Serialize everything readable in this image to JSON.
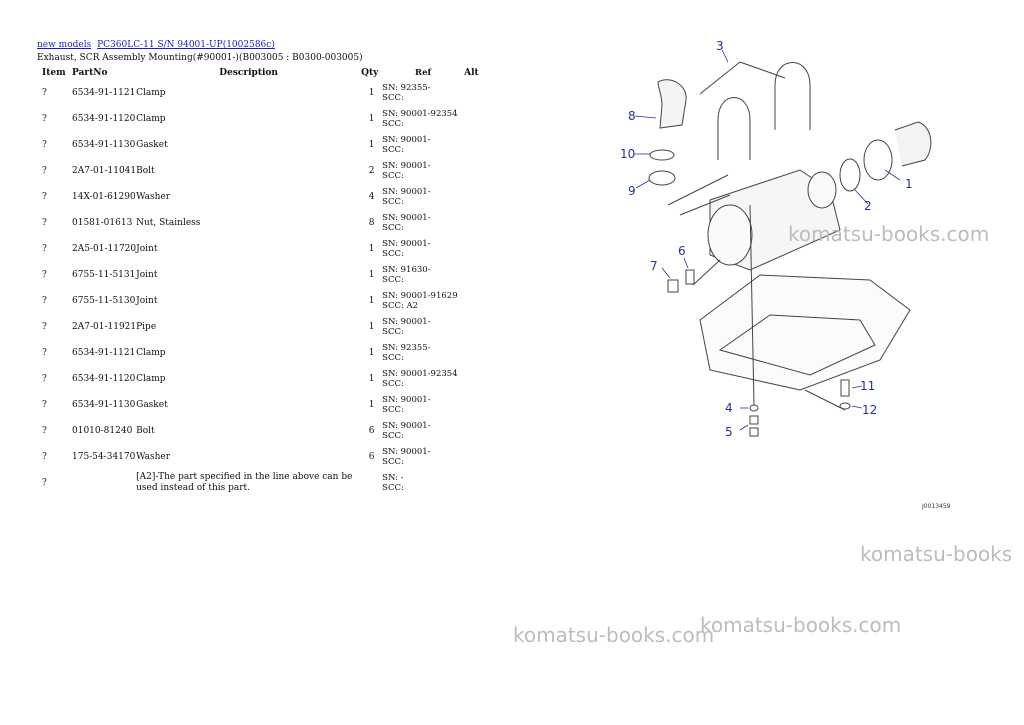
{
  "breadcrumb": {
    "link1": "new models",
    "link2": "PC360LC-11 S/N 94001-UP(1002586c)"
  },
  "subtitle": "Exhaust, SCR Assembly Mounting(#90001-)(B003005 : B0300-003005)",
  "table": {
    "headers": {
      "item": "Item",
      "partno": "PartNo",
      "description": "Description",
      "qty": "Qty",
      "ref": "Ref",
      "alt": "Alt"
    },
    "rows": [
      {
        "item": "?",
        "partno": "6534-91-1121",
        "description": "Clamp",
        "qty": "1",
        "ref1": "SN: 92355-",
        "ref2": "SCC:"
      },
      {
        "item": "?",
        "partno": "6534-91-1120",
        "description": "Clamp",
        "qty": "1",
        "ref1": "SN: 90001-92354",
        "ref2": "SCC:"
      },
      {
        "item": "?",
        "partno": "6534-91-1130",
        "description": "Gasket",
        "qty": "1",
        "ref1": "SN: 90001-",
        "ref2": "SCC:"
      },
      {
        "item": "?",
        "partno": "2A7-01-11041",
        "description": "Bolt",
        "qty": "2",
        "ref1": "SN: 90001-",
        "ref2": "SCC:"
      },
      {
        "item": "?",
        "partno": "14X-01-61290",
        "description": "Washer",
        "qty": "4",
        "ref1": "SN: 90001-",
        "ref2": "SCC:"
      },
      {
        "item": "?",
        "partno": "01581-01613",
        "description": "Nut, Stainless",
        "qty": "8",
        "ref1": "SN: 90001-",
        "ref2": "SCC:"
      },
      {
        "item": "?",
        "partno": "2A5-01-11720",
        "description": "Joint",
        "qty": "1",
        "ref1": "SN: 90001-",
        "ref2": "SCC:"
      },
      {
        "item": "?",
        "partno": "6755-11-5131",
        "description": "Joint",
        "qty": "1",
        "ref1": "SN: 91630-",
        "ref2": "SCC:"
      },
      {
        "item": "?",
        "partno": "6755-11-5130",
        "description": "Joint",
        "qty": "1",
        "ref1": "SN: 90001-91629",
        "ref2": "SCC: A2"
      },
      {
        "item": "?",
        "partno": "2A7-01-11921",
        "description": "Pipe",
        "qty": "1",
        "ref1": "SN: 90001-",
        "ref2": "SCC:"
      },
      {
        "item": "?",
        "partno": "6534-91-1121",
        "description": "Clamp",
        "qty": "1",
        "ref1": "SN: 92355-",
        "ref2": "SCC:"
      },
      {
        "item": "?",
        "partno": "6534-91-1120",
        "description": "Clamp",
        "qty": "1",
        "ref1": "SN: 90001-92354",
        "ref2": "SCC:"
      },
      {
        "item": "?",
        "partno": "6534-91-1130",
        "description": "Gasket",
        "qty": "1",
        "ref1": "SN: 90001-",
        "ref2": "SCC:"
      },
      {
        "item": "?",
        "partno": "01010-81240",
        "description": "Bolt",
        "qty": "6",
        "ref1": "SN: 90001-",
        "ref2": "SCC:"
      },
      {
        "item": "?",
        "partno": "175-54-34170",
        "description": "Washer",
        "qty": "6",
        "ref1": "SN: 90001-",
        "ref2": "SCC:"
      },
      {
        "item": "?",
        "partno": "",
        "description": "[A2]-The part specified in the line above can be used instead of this part.",
        "qty": "",
        "ref1": "SN: -",
        "ref2": "SCC:"
      }
    ]
  },
  "diagram": {
    "callouts": [
      "1",
      "2",
      "3",
      "4",
      "5",
      "6",
      "7",
      "8",
      "9",
      "10",
      "11",
      "12"
    ],
    "figure_code": "J0013459"
  },
  "watermarks": [
    "komatsu-books.com",
    "komatsu-books",
    "komatsu-books.com",
    "komatsu-books.com"
  ],
  "colors": {
    "link": "#1a1acc",
    "callout": "#223399",
    "watermark": "#bcbcbc"
  }
}
